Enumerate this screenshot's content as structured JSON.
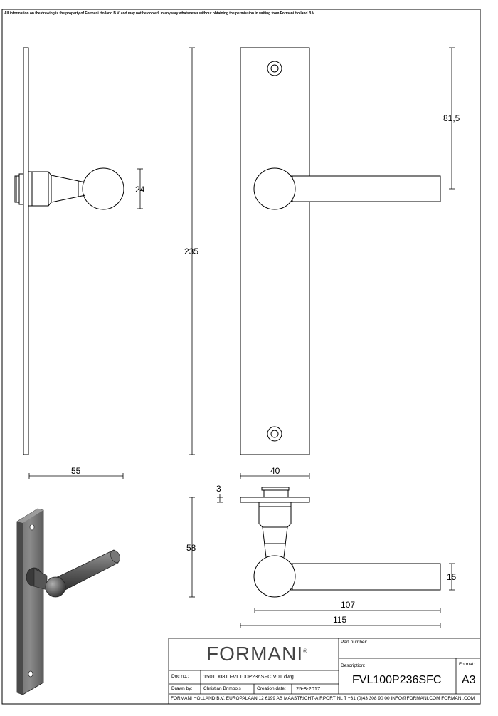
{
  "notice": "All information on the drawing is the property of Formani Holland B.V. and may not be copied, in any way whatsoever without obtaining the permission in writing from Formani Holland B.V",
  "dimensions": {
    "d24": "24",
    "d235": "235",
    "d81_5": "81,5",
    "d55": "55",
    "d40": "40",
    "d3": "3",
    "d58": "58",
    "d15": "15",
    "d107": "107",
    "d115": "115"
  },
  "title_block": {
    "logo_text": "FORMANI",
    "logo_mark": "®",
    "part_number_label": "Part number:",
    "description_label": "Description:",
    "description": "FVL100P236SFC",
    "format_label": "Format:",
    "format": "A3",
    "doc_no_label": "Doc no.:",
    "doc_no": "1501D081 FVL100P236SFC V01.dwg",
    "drawn_by_label": "Drawn by:",
    "drawn_by": "Christian Brimbols",
    "creation_date_label": "Creation date:",
    "creation_date": "25-8-2017",
    "footer": "FORMANI HOLLAND B.V.  EUROPALAAN 12  6199 AB MAASTRICHT-AIRPORT NL  T +31 (0)43 308 90 00 INFO@FORMANI.COM FORMANI.COM"
  }
}
